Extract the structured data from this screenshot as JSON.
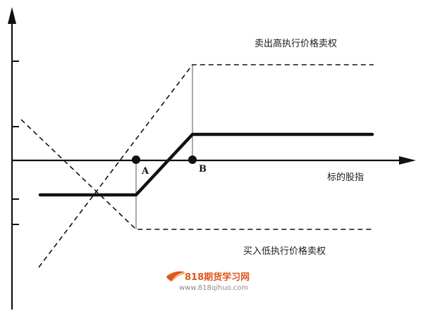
{
  "labels": {
    "short_high_put": "卖出高执行价格卖权",
    "index_axis": "标的股指",
    "long_low_put": "买入低执行价格卖权",
    "point_a": "A",
    "point_b": "B"
  },
  "watermark": {
    "text": "818期货学习网",
    "url": "www.818qihuo.com",
    "logo": "leaf-swoosh-logo",
    "color": "#e0561f"
  },
  "colors": {
    "line": "#111111",
    "guide": "#555555"
  }
}
